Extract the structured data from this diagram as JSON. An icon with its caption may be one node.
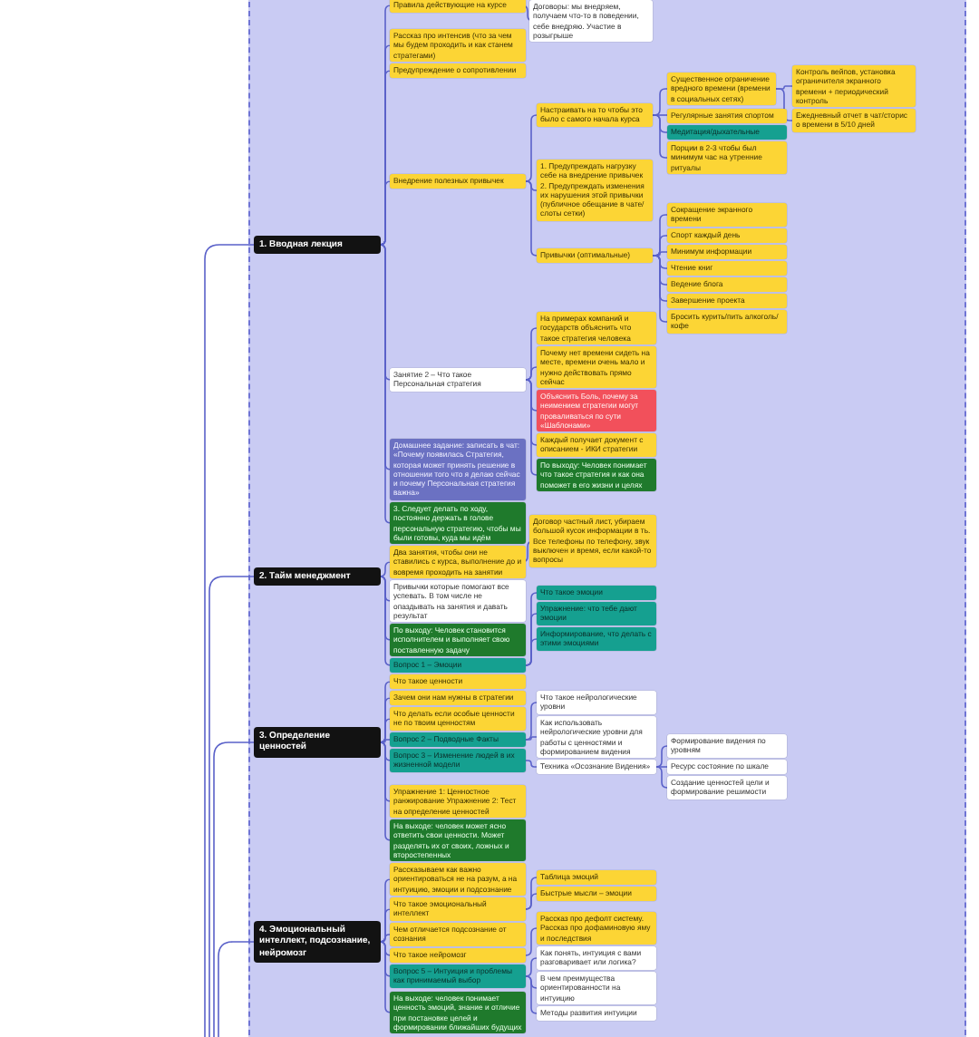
{
  "diagram": {
    "nodes": [
      {
        "text": [
          "1. Вводная лекция"
        ]
      },
      {
        "text": [
          "Правила действующие на курсе"
        ]
      },
      {
        "text": [
          "Договоры: мы внедряем, получаем что-то в поведении, себе внедряю. Участие в розыгрыше"
        ]
      },
      {
        "text": [
          "Рассказ про интенсив (что за чем мы будем проходить и как станем стратегами)"
        ]
      },
      {
        "text": [
          "Предупреждение о сопротивлении"
        ]
      },
      {
        "text": [
          "Внедрение полезных привычек"
        ]
      },
      {
        "text": [
          "Настраивать на то чтобы это было с самого начала курса"
        ]
      },
      {
        "text": [
          "Существенное ограничение вредного времени (времени в социальных сетях)"
        ]
      },
      {
        "text": [
          "Контроль вейпов, установка ограничителя экранного времени + периодический контроль"
        ]
      },
      {
        "text": [
          "Ежедневный отчет в чат/сторис о времени в 5/10 дней"
        ]
      },
      {
        "text": [
          "Регулярные занятия спортом"
        ]
      },
      {
        "text": [
          "Медитация/дыхательные"
        ]
      },
      {
        "text": [
          "Порции в 2-3 чтобы был минимум час на утренние ритуалы"
        ]
      },
      {
        "text": [
          "1. Предупреждать нагрузку себе на внедрение привычек 2. Предупреждать изменения их нарушения этой привычки (публичное обещание в чате/слоты сетки)"
        ]
      },
      {
        "text": [
          "Привычки (оптимальные)"
        ]
      },
      {
        "text": [
          "Сокращение экранного времени"
        ]
      },
      {
        "text": [
          "Спорт каждый день"
        ]
      },
      {
        "text": [
          "Минимум информации"
        ]
      },
      {
        "text": [
          "Чтение книг"
        ]
      },
      {
        "text": [
          "Ведение блога"
        ]
      },
      {
        "text": [
          "Завершение проекта"
        ]
      },
      {
        "text": [
          "Бросить курить/пить алкоголь/кофе"
        ]
      },
      {
        "text": [
          "Занятие 2 – Что такое Персональная стратегия"
        ]
      },
      {
        "text": [
          "На примерах компаний и государств объяснить что такое стратегия человека"
        ]
      },
      {
        "text": [
          "Почему нет времени сидеть на месте, времени очень мало и нужно действовать прямо сейчас"
        ]
      },
      {
        "text": [
          "Объяснить Боль, почему за неимением стратегии могут проваливаться по сути «Шаблонами»"
        ]
      },
      {
        "text": [
          "Каждый получает документ с описанием - ИКИ стратегии"
        ]
      },
      {
        "text": [
          "По выходу: Человек понимает что такое стратегия и как она поможет в его жизни и целях"
        ]
      },
      {
        "text": [
          "Домашнее задание: записать в чат: «Почему появилась Стратегия, которая может принять решение в отношении того что я делаю сейчас и почему Персональная стратегия важна»"
        ]
      },
      {
        "text": [
          "3. Следует делать по ходу, постоянно держать в голове персональную стратегию, чтобы мы были готовы, куда мы идём"
        ]
      },
      {
        "text": [
          "2. Тайм менеджмент"
        ]
      },
      {
        "text": [
          "Два занятия, чтобы они не ставились с курса, выполнение до и вовремя проходить на занятии"
        ]
      },
      {
        "text": [
          "Договор частный лист, убираем большой кусок информации в ть. Все телефоны по телефону, звук выключен и время, если какой-то вопросы"
        ]
      },
      {
        "text": [
          "Привычки которые помогают все успевать. В том числе не опаздывать на занятия и давать результат"
        ]
      },
      {
        "text": [
          "По выходу: Человек становится исполнителем и выполняет свою поставленную задачу"
        ]
      },
      {
        "text": [
          "Вопрос 1 – Эмоции"
        ]
      },
      {
        "text": [
          "Что такое эмоции"
        ]
      },
      {
        "text": [
          "Упражнение: что тебе дают эмоции"
        ]
      },
      {
        "text": [
          "Информирование, что делать с этими эмоциями"
        ]
      },
      {
        "text": [
          "3. Определение ценностей"
        ]
      },
      {
        "text": [
          "Что такое ценности"
        ]
      },
      {
        "text": [
          "Зачем они нам нужны в стратегии"
        ]
      },
      {
        "text": [
          "Что делать если особые ценности не по твоим ценностям"
        ]
      },
      {
        "text": [
          "Вопрос 2 – Подводные Факты"
        ]
      },
      {
        "text": [
          "Что такое нейрологические уровни"
        ]
      },
      {
        "text": [
          "Как использовать нейрологические уровни для работы с ценностями и формированием видения"
        ]
      },
      {
        "text": [
          "Вопрос 3 – Изменение людей в их жизненной модели"
        ]
      },
      {
        "text": [
          "Техника «Осознание Видения»"
        ]
      },
      {
        "text": [
          "Формирование видения по уровням"
        ]
      },
      {
        "text": [
          "Ресурс состояние по шкале"
        ]
      },
      {
        "text": [
          "Создание ценностей цели и формирование решимости"
        ]
      },
      {
        "text": [
          "Упражнение 1: Ценностное ранжирование Упражнение 2: Тест на определение ценностей"
        ]
      },
      {
        "text": [
          "На выходе: человек может ясно ответить свои ценности. Может разделять их от своих, ложных и второстепенных"
        ]
      },
      {
        "text": [
          "4. Эмоциональный интеллект, подсознание, нейромозг"
        ]
      },
      {
        "text": [
          "Рассказываем как важно ориентироваться не на разум, а на интуицию, эмоции и подсознание"
        ]
      },
      {
        "text": [
          "Что такое эмоциональный интеллект"
        ]
      },
      {
        "text": [
          "Таблица эмоций"
        ]
      },
      {
        "text": [
          "Быстрые мысли – эмоции"
        ]
      },
      {
        "text": [
          "Чем отличается подсознание от сознания"
        ]
      },
      {
        "text": [
          "Что такое нейромозг"
        ]
      },
      {
        "text": [
          "Рассказ про дефолт систему. Рассказ про дофаминовую яму и последствия"
        ]
      },
      {
        "text": [
          "Вопрос 5 – Интуиция и проблемы как принимаемый выбор"
        ]
      },
      {
        "text": [
          "Как понять, интуиция с вами разговаривает или логика?"
        ]
      },
      {
        "text": [
          "В чем преимущества ориентированности на интуицию"
        ]
      },
      {
        "text": [
          "Методы развития интуиции"
        ]
      },
      {
        "text": [
          "На выходе: человек понимает ценность эмоций, знание и отличие при постановке целей и формировании ближайших будущих"
        ]
      }
    ],
    "edges": [
      {
        "from": null,
        "to": 0,
        "arrow": "none"
      },
      {
        "from": null,
        "to": 30,
        "arrow": "none"
      },
      {
        "from": null,
        "to": 39,
        "arrow": "none"
      },
      {
        "from": null,
        "to": 53,
        "arrow": "none"
      },
      {
        "from": 0,
        "to": 1,
        "arrow": "none"
      },
      {
        "from": 1,
        "to": 2,
        "arrow": "none"
      },
      {
        "from": 0,
        "to": 3,
        "arrow": "none"
      },
      {
        "from": 0,
        "to": 4,
        "arrow": "none"
      },
      {
        "from": 0,
        "to": 5,
        "arrow": "none"
      },
      {
        "from": 5,
        "to": 6,
        "arrow": "none"
      },
      {
        "from": 6,
        "to": 7,
        "arrow": "none"
      },
      {
        "from": 7,
        "to": 8,
        "arrow": "none"
      },
      {
        "from": 7,
        "to": 9,
        "arrow": "none"
      },
      {
        "from": 6,
        "to": 10,
        "arrow": "none"
      },
      {
        "from": 6,
        "to": 11,
        "arrow": "none"
      },
      {
        "from": 6,
        "to": 12,
        "arrow": "none"
      },
      {
        "from": 5,
        "to": 13,
        "arrow": "none"
      },
      {
        "from": 5,
        "to": 14,
        "arrow": "none"
      },
      {
        "from": 14,
        "to": 15,
        "arrow": "none"
      },
      {
        "from": 14,
        "to": 16,
        "arrow": "none"
      },
      {
        "from": 14,
        "to": 17,
        "arrow": "none"
      },
      {
        "from": 14,
        "to": 18,
        "arrow": "none"
      },
      {
        "from": 14,
        "to": 19,
        "arrow": "none"
      },
      {
        "from": 14,
        "to": 20,
        "arrow": "none"
      },
      {
        "from": 14,
        "to": 21,
        "arrow": "none"
      },
      {
        "from": 0,
        "to": 22,
        "arrow": "none"
      },
      {
        "from": 22,
        "to": 23,
        "arrow": "none"
      },
      {
        "from": 22,
        "to": 24,
        "arrow": "none"
      },
      {
        "from": 22,
        "to": 25,
        "arrow": "none"
      },
      {
        "from": 22,
        "to": 26,
        "arrow": "none"
      },
      {
        "from": 22,
        "to": 27,
        "arrow": "none"
      },
      {
        "from": 0,
        "to": 28,
        "arrow": "none"
      },
      {
        "from": 0,
        "to": 29,
        "arrow": "none"
      },
      {
        "from": 30,
        "to": 31,
        "arrow": "none"
      },
      {
        "from": 31,
        "to": 32,
        "arrow": "none"
      },
      {
        "from": 30,
        "to": 33,
        "arrow": "none"
      },
      {
        "from": 30,
        "to": 34,
        "arrow": "none"
      },
      {
        "from": 30,
        "to": 35,
        "arrow": "none"
      },
      {
        "from": 35,
        "to": 36,
        "arrow": "none"
      },
      {
        "from": 35,
        "to": 37,
        "arrow": "none"
      },
      {
        "from": 35,
        "to": 38,
        "arrow": "none"
      },
      {
        "from": 39,
        "to": 40,
        "arrow": "none"
      },
      {
        "from": 39,
        "to": 41,
        "arrow": "none"
      },
      {
        "from": 39,
        "to": 42,
        "arrow": "none"
      },
      {
        "from": 39,
        "to": 43,
        "arrow": "none"
      },
      {
        "from": 43,
        "to": 44,
        "arrow": "none"
      },
      {
        "from": 43,
        "to": 45,
        "arrow": "none"
      },
      {
        "from": 39,
        "to": 46,
        "arrow": "none"
      },
      {
        "from": 46,
        "to": 47,
        "arrow": "none"
      },
      {
        "from": 47,
        "to": 48,
        "arrow": "none"
      },
      {
        "from": 47,
        "to": 49,
        "arrow": "none"
      },
      {
        "from": 47,
        "to": 50,
        "arrow": "none"
      },
      {
        "from": 39,
        "to": 51,
        "arrow": "none"
      },
      {
        "from": 39,
        "to": 52,
        "arrow": "none"
      },
      {
        "from": 53,
        "to": 54,
        "arrow": "none"
      },
      {
        "from": 53,
        "to": 55,
        "arrow": "none"
      },
      {
        "from": 55,
        "to": 56,
        "arrow": "none"
      },
      {
        "from": 55,
        "to": 57,
        "arrow": "none"
      },
      {
        "from": 53,
        "to": 58,
        "arrow": "none"
      },
      {
        "from": 53,
        "to": 59,
        "arrow": "none"
      },
      {
        "from": 59,
        "to": 60,
        "arrow": "none"
      },
      {
        "from": 53,
        "to": 61,
        "arrow": "none"
      },
      {
        "from": 61,
        "to": 62,
        "arrow": "none"
      },
      {
        "from": 61,
        "to": 63,
        "arrow": "none"
      },
      {
        "from": 61,
        "to": 64,
        "arrow": "none"
      },
      {
        "from": 53,
        "to": 65,
        "arrow": "none"
      }
    ]
  }
}
